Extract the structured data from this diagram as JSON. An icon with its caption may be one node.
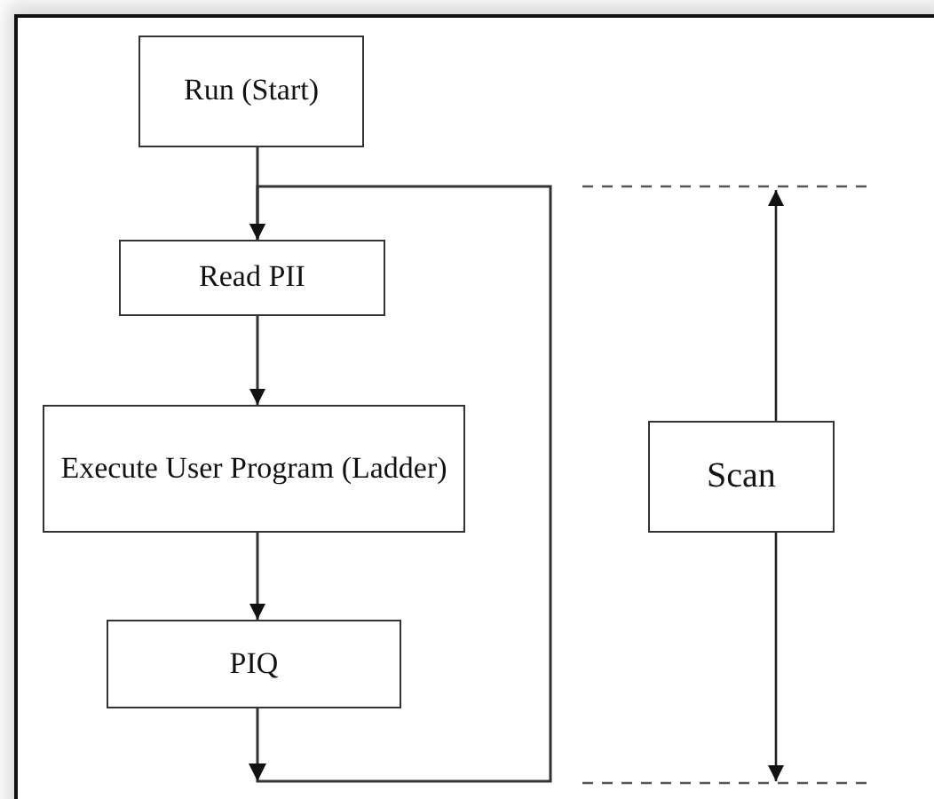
{
  "diagram": {
    "nodes": [
      {
        "text": [
          "Run (Start)"
        ]
      },
      {
        "text": [
          "Read PII"
        ]
      },
      {
        "text": [
          "Execute User Program (Ladder)"
        ]
      },
      {
        "text": [
          "PIQ"
        ]
      },
      {
        "text": [
          "Scan"
        ]
      }
    ],
    "edges": [
      {
        "from": 0,
        "to": 1,
        "arrow": "to"
      },
      {
        "from": 1,
        "to": 2,
        "arrow": "to"
      },
      {
        "from": 2,
        "to": 3,
        "arrow": "to"
      },
      {
        "from": 3,
        "to": 1,
        "arrow": "to"
      }
    ]
  }
}
